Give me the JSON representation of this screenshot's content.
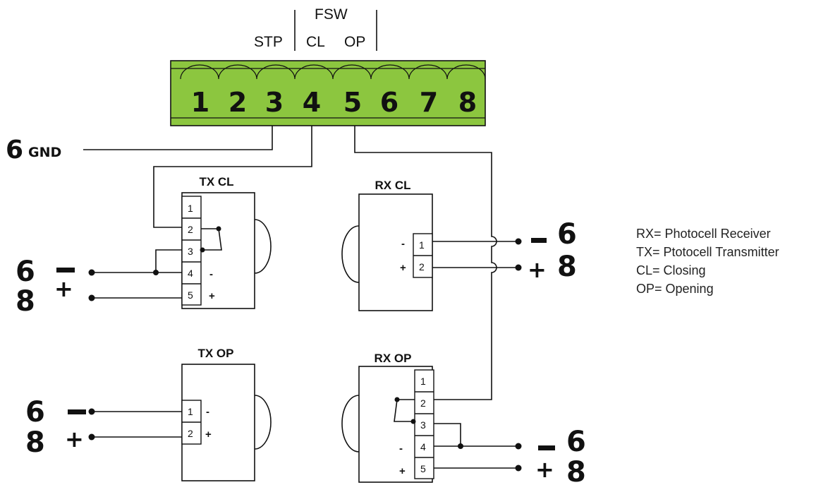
{
  "header": {
    "fsw": "FSW",
    "stp": "STP",
    "cl": "CL",
    "op": "OP"
  },
  "terminal_block": {
    "color": "#8cc63f",
    "numbers": [
      "1",
      "2",
      "3",
      "4",
      "5",
      "6",
      "7",
      "8"
    ]
  },
  "gnd": {
    "num": "6",
    "label": "GND"
  },
  "tx_cl": {
    "title": "TX CL",
    "pins": [
      "1",
      "2",
      "3",
      "4",
      "5"
    ],
    "minus": "-",
    "plus": "+"
  },
  "rx_cl": {
    "title": "RX CL",
    "pins": [
      "1",
      "2"
    ],
    "minus": "-",
    "plus": "+"
  },
  "tx_op": {
    "title": "TX OP",
    "pins": [
      "1",
      "2"
    ],
    "minus": "-",
    "plus": "+"
  },
  "rx_op": {
    "title": "RX OP",
    "pins": [
      "1",
      "2",
      "3",
      "4",
      "5"
    ],
    "minus": "-",
    "plus": "+"
  },
  "supply": {
    "six": "6",
    "eight": "8",
    "minus": "–",
    "plus": "+"
  },
  "legend": [
    "RX= Photocell Receiver",
    "TX= Ptotocell Transmitter",
    "CL= Closing",
    "OP= Opening"
  ]
}
